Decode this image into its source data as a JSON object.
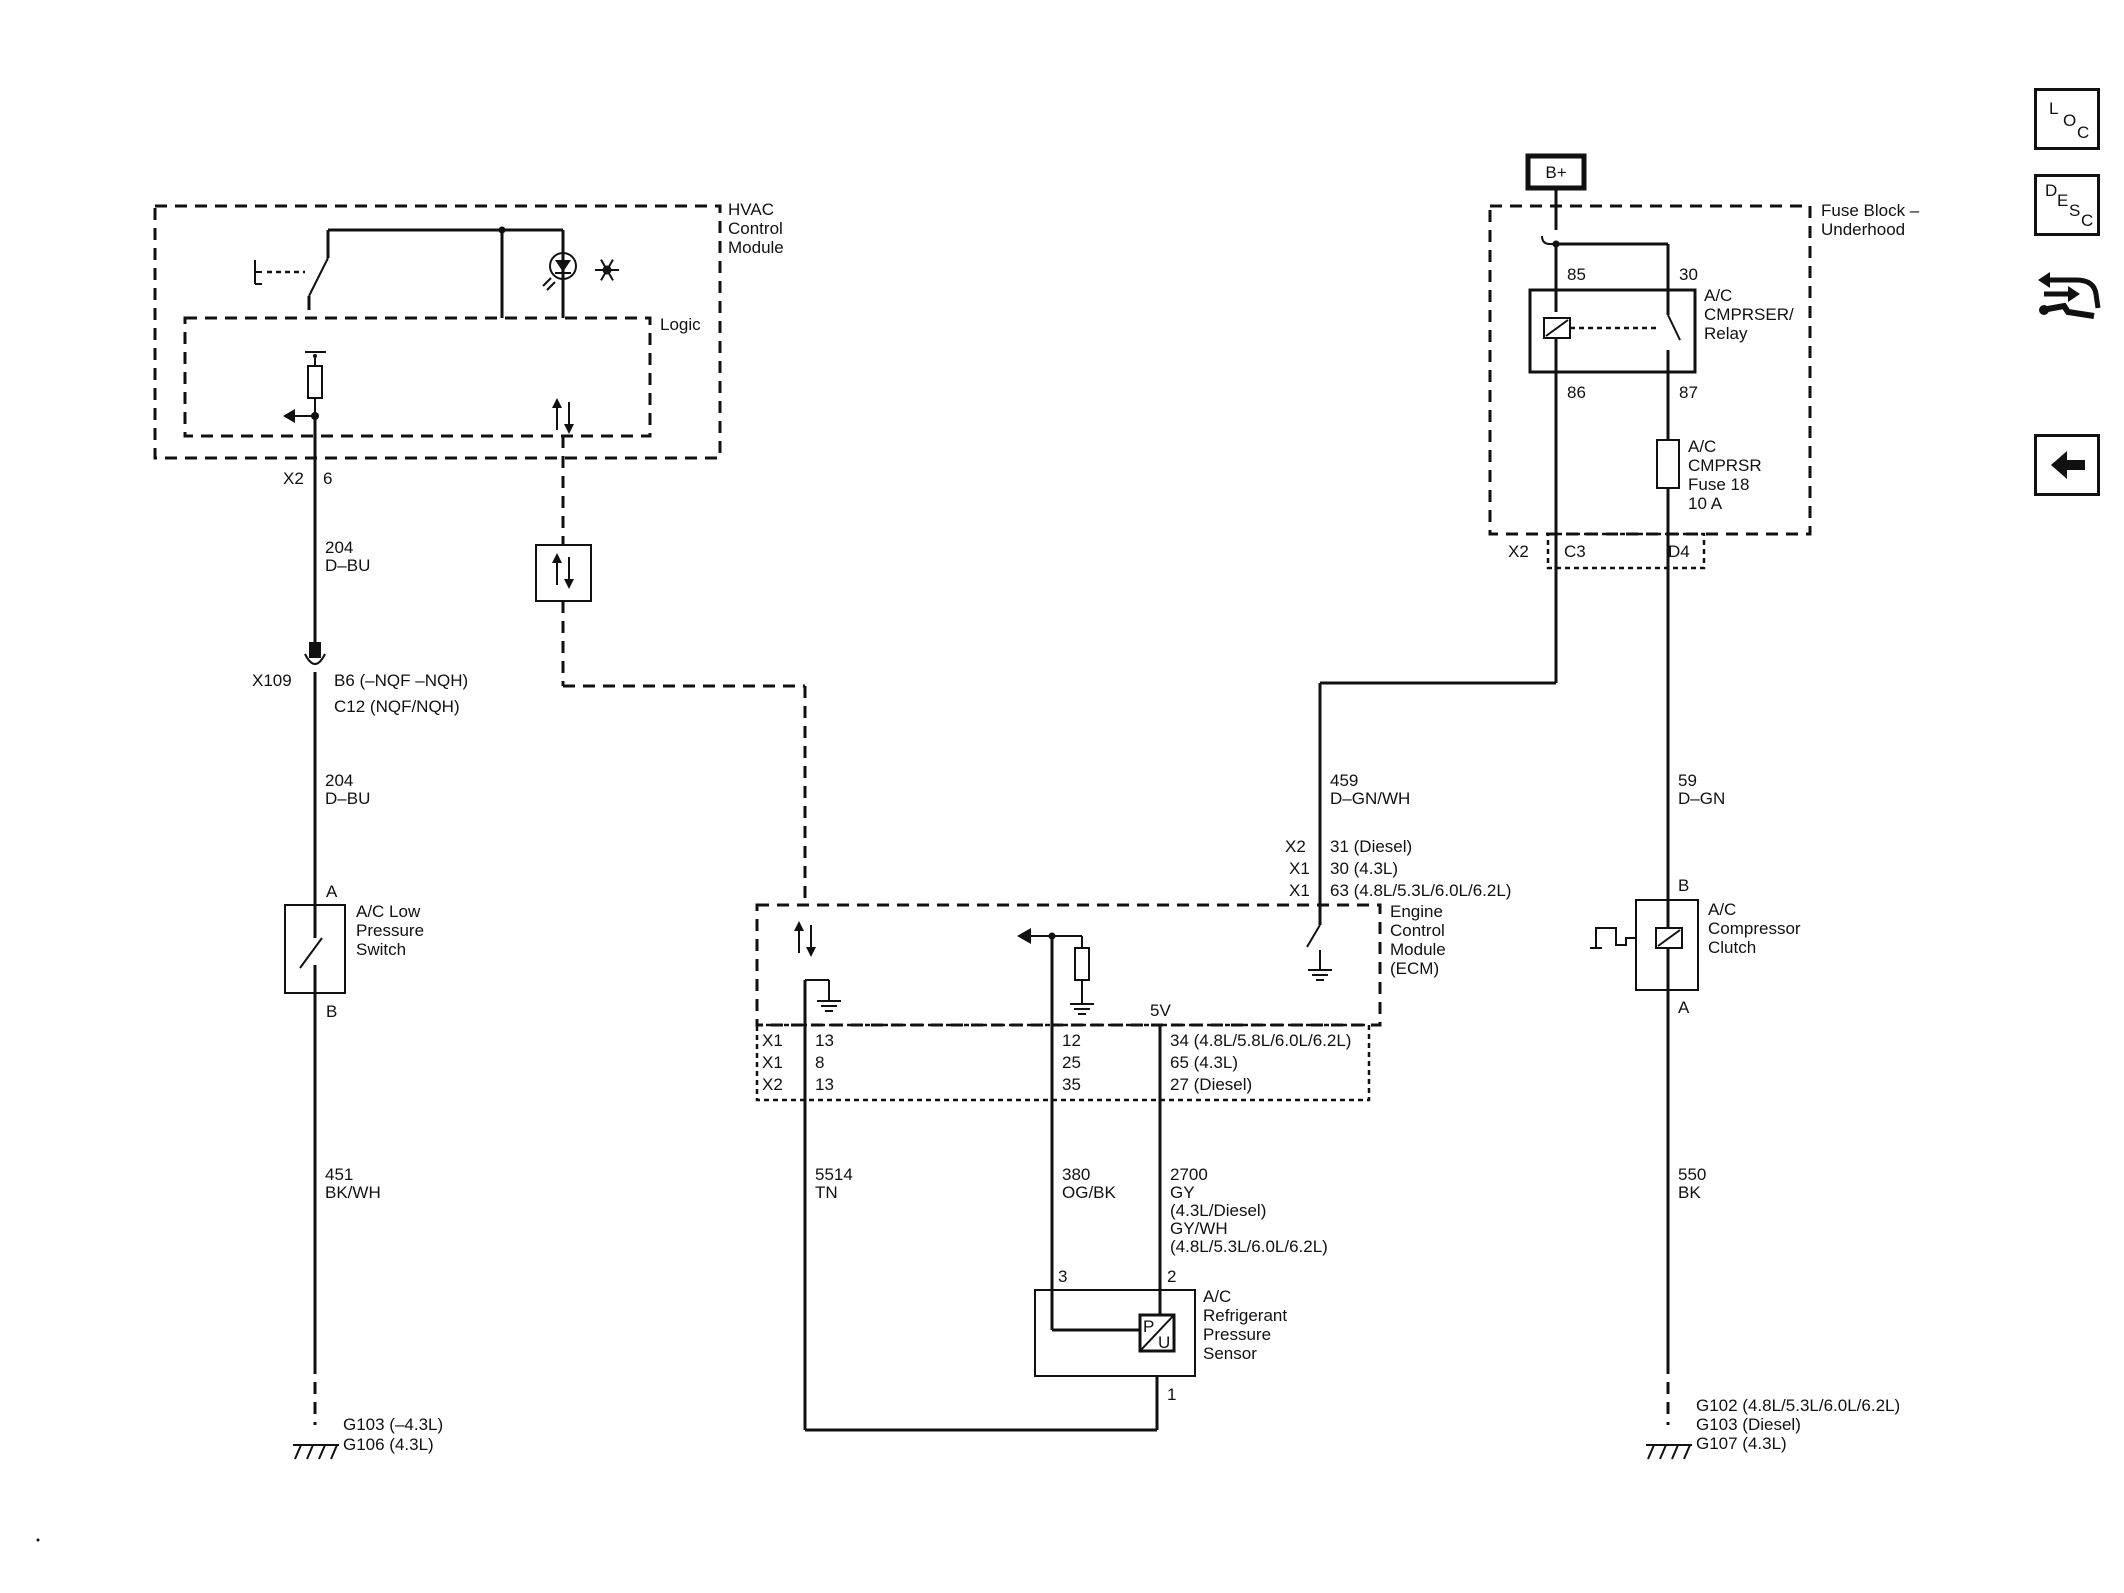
{
  "components": {
    "hvac": [
      "HVAC",
      "Control",
      "Module"
    ],
    "logic": "Logic",
    "fuse_block": [
      "Fuse Block –",
      "Underhood"
    ],
    "b_plus": "B+",
    "relay": [
      "A/C",
      "CMPRSER/",
      "Relay"
    ],
    "relay_pins": {
      "p85": "85",
      "p30": "30",
      "p86": "86",
      "p87": "87"
    },
    "fuse": [
      "A/C",
      "CMPRSR",
      "Fuse 18",
      "10 A"
    ],
    "fuse_conn": {
      "x": "X2",
      "c3": "C3",
      "d4": "D4"
    },
    "low_switch": [
      "A/C Low",
      "Pressure",
      "Switch"
    ],
    "low_switch_pins": {
      "a": "A",
      "b": "B"
    },
    "ecm": [
      "Engine",
      "Control",
      "Module",
      "(ECM)"
    ],
    "ecm_5v": "5V",
    "clutch": [
      "A/C",
      "Compressor",
      "Clutch"
    ],
    "clutch_pins": {
      "b": "B",
      "a": "A"
    },
    "sensor": [
      "A/C",
      "Refrigerant",
      "Pressure",
      "Sensor"
    ],
    "sensor_pins": {
      "p3": "3",
      "p2": "2",
      "p1": "1"
    },
    "pu_p": "P",
    "pu_u": "U"
  },
  "connectors": {
    "x2_6": {
      "x": "X2",
      "pin": "6"
    },
    "x109": {
      "name": "X109",
      "l1": "B6 (–NQF –NQH)",
      "l2": "C12 (NQF/NQH)"
    },
    "ecm_top": {
      "x": [
        "X2",
        "X1",
        "X1"
      ],
      "pins": [
        "31 (Diesel)",
        "30 (4.3L)",
        "63 (4.8L/5.3L/6.0L/6.2L)"
      ]
    },
    "ecm_bottom": {
      "x": [
        "X1",
        "X1",
        "X2"
      ],
      "col1": [
        "13",
        "8",
        "13"
      ],
      "col2": [
        "12",
        "25",
        "35"
      ],
      "col3": [
        "34 (4.8L/5.8L/6.0L/6.2L)",
        "65 (4.3L)",
        "27 (Diesel)"
      ]
    }
  },
  "wires": {
    "w204a": [
      "204",
      "D–BU"
    ],
    "w204b": [
      "204",
      "D–BU"
    ],
    "w451": [
      "451",
      "BK/WH"
    ],
    "w459": [
      "459",
      "D–GN/WH"
    ],
    "w59": [
      "59",
      "D–GN"
    ],
    "w550": [
      "550",
      "BK"
    ],
    "w5514": [
      "5514",
      "TN"
    ],
    "w380": [
      "380",
      "OG/BK"
    ],
    "w2700": [
      "2700",
      "GY",
      "(4.3L/Diesel)",
      "GY/WH",
      "(4.8L/5.3L/6.0L/6.2L)"
    ]
  },
  "grounds": {
    "left": [
      "G103 (–4.3L)",
      "G106 (4.3L)"
    ],
    "right": [
      "G102 (4.8L/5.3L/6.0L/6.2L)",
      "G103 (Diesel)",
      "G107 (4.3L)"
    ]
  },
  "side_buttons": {
    "loc": [
      "L",
      "O",
      "C"
    ],
    "desc": [
      "D",
      "E",
      "S",
      "C"
    ]
  },
  "icons": [
    "snowflake-icon",
    "led-icon",
    "data-arrows-icon",
    "ground-icon",
    "connector-icon",
    "harness-icon",
    "back-arrow-icon"
  ]
}
